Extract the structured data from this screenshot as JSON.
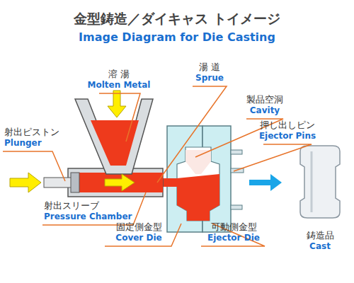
{
  "diagram": {
    "title": "金型鋳造／ダイキャス トイメージ",
    "labels": [
      "Image Diagram for Die Casting",
      "溶 湯",
      "Molten Metal",
      "湯 道",
      "Sprue",
      "製品空洞",
      "Cavity",
      "押し出しピン",
      "Ejector Pins",
      "射出ピストン",
      "Plunger",
      "射出スリーブ",
      "Pressure Chamber",
      "固定側金型",
      "Cover Die",
      "可動側金型",
      "Ejector Die",
      "鋳造品",
      "Cast"
    ]
  }
}
